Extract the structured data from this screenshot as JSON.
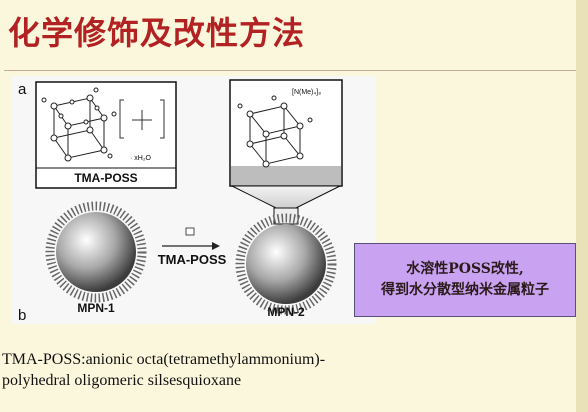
{
  "slide": {
    "title": "化学修饰及改性方法",
    "callout": {
      "line1": "水溶性POSS改性,",
      "line2": "得到水分散型纳米金属粒子"
    },
    "caption": {
      "line1": "TMA-POSS:anionic octa(tetramethylammonium)-",
      "line2": "polyhedral oligomeric silsesquioxane"
    }
  },
  "figure": {
    "panel_a": "a",
    "panel_b": "b",
    "tma_poss_box_label": "TMA-POSS",
    "arrow_label": "TMA-POSS",
    "mpn1_label": "MPN-1",
    "mpn2_label": "MPN-2",
    "water_label": "· xH₂O",
    "cation_label": "[N(Me)₄]₈",
    "colors": {
      "title": "#b22222",
      "callout_bg": "#c9a3f2",
      "background": "#fbf7dd"
    }
  }
}
